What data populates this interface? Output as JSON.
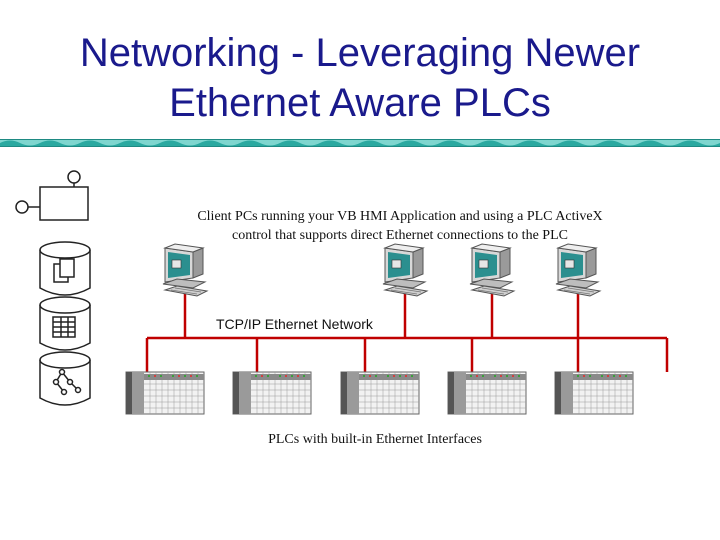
{
  "slide": {
    "title_line1": "Networking - Leveraging Newer",
    "title_line2": "Ethernet Aware PLCs",
    "client_caption_line1": "Client PCs running your VB HMI Application and using a PLC ActiveX",
    "client_caption_line2": "control that supports direct Ethernet connections to the PLC",
    "network_label": "TCP/IP Ethernet Network",
    "plc_caption": "PLCs with built-in Ethernet Interfaces"
  },
  "colors": {
    "title": "#1a1a8c",
    "network_line": "#c00000",
    "divider": "#2aa9a0"
  },
  "icons": [
    "component-icon",
    "documents-db-icon",
    "table-db-icon",
    "network-db-icon",
    "computer-icon",
    "plc-rack-icon"
  ]
}
